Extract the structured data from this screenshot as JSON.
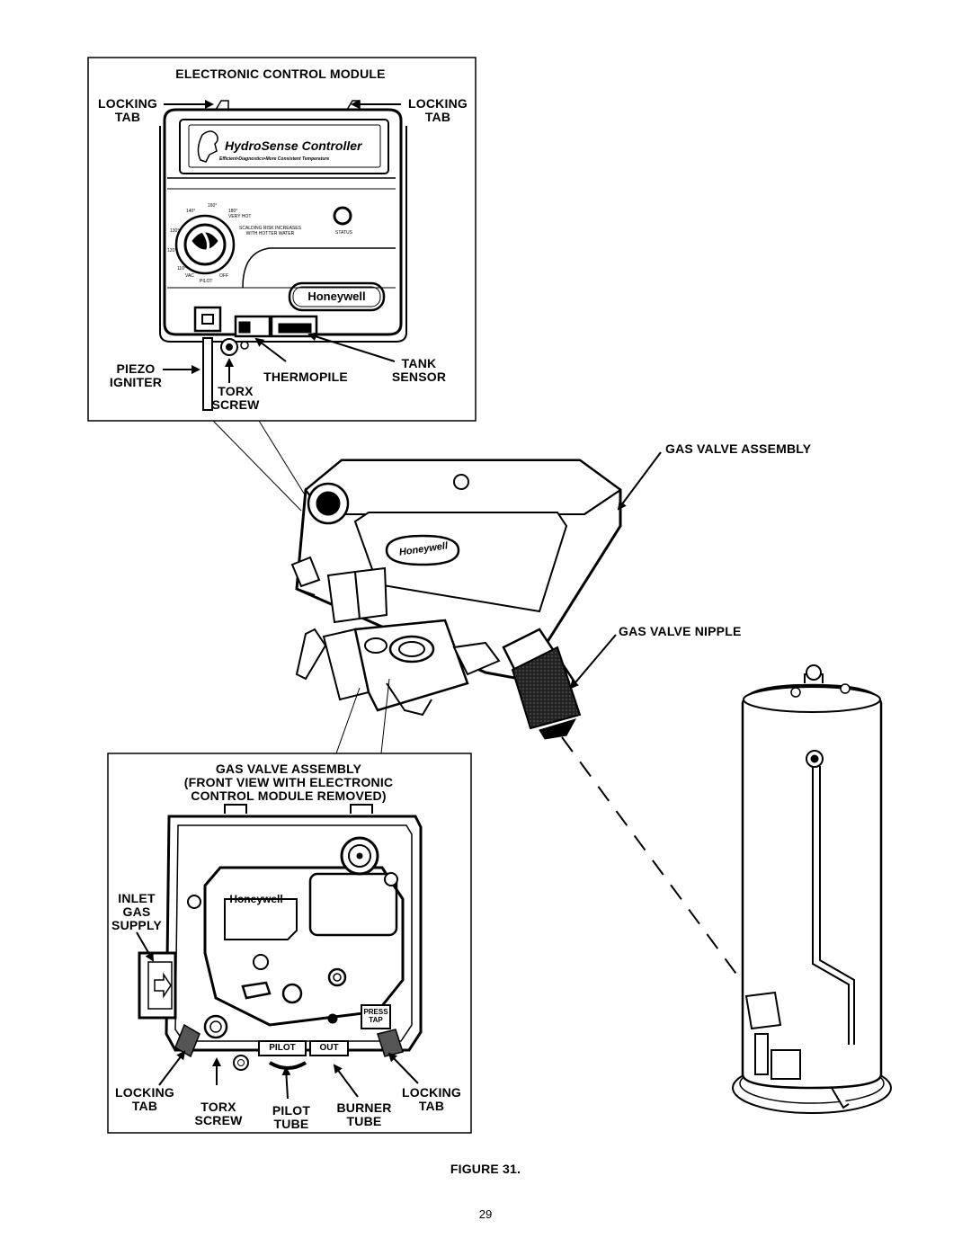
{
  "top_inset": {
    "title": "ELECTRONIC CONTROL MODULE",
    "locking_tab_left": [
      "LOCKING",
      "TAB"
    ],
    "locking_tab_right": [
      "LOCKING",
      "TAB"
    ],
    "piezo_igniter": [
      "PIEZO",
      "IGNITER"
    ],
    "torx_screw": [
      "TORX",
      "SCREW"
    ],
    "thermopile": "THERMOPILE",
    "tank_sensor": [
      "TANK",
      "SENSOR"
    ],
    "brand_panel": "HydroSense  Controller",
    "brand_tagline": "Efficient•Diagnostics•More Consistent Temperature",
    "logo": "Honeywell",
    "dial_temps": [
      "140°",
      "160°",
      "180°",
      "130°",
      "120°",
      "110°"
    ],
    "dial_marks": [
      "VERY HOT",
      "VAC",
      "PILOT",
      "OFF"
    ],
    "warning": [
      "SCALDING RISK INCREASES",
      "WITH HOTTER WATER"
    ],
    "status": "STATUS"
  },
  "main": {
    "gas_valve_assembly": "GAS VALVE ASSEMBLY",
    "gas_valve_nipple": "GAS VALVE NIPPLE",
    "logo": "Honeywell"
  },
  "bottom_inset": {
    "title": [
      "GAS VALVE ASSEMBLY",
      "(FRONT VIEW WITH ELECTRONIC",
      "CONTROL MODULE REMOVED)"
    ],
    "inlet_gas_supply": [
      "INLET",
      "GAS",
      "SUPPLY"
    ],
    "locking_tab_left": [
      "LOCKING",
      "TAB"
    ],
    "torx_screw": [
      "TORX",
      "SCREW"
    ],
    "pilot_tube": [
      "PILOT",
      "TUBE"
    ],
    "burner_tube": [
      "BURNER",
      "TUBE"
    ],
    "locking_tab_right": [
      "LOCKING",
      "TAB"
    ],
    "logo": "Honeywell",
    "press_tap": [
      "PRESS",
      "TAP"
    ],
    "pilot_port": "PILOT",
    "out_port": "OUT"
  },
  "footer": {
    "figure_caption": "FIGURE 31.",
    "page_number": "29"
  }
}
